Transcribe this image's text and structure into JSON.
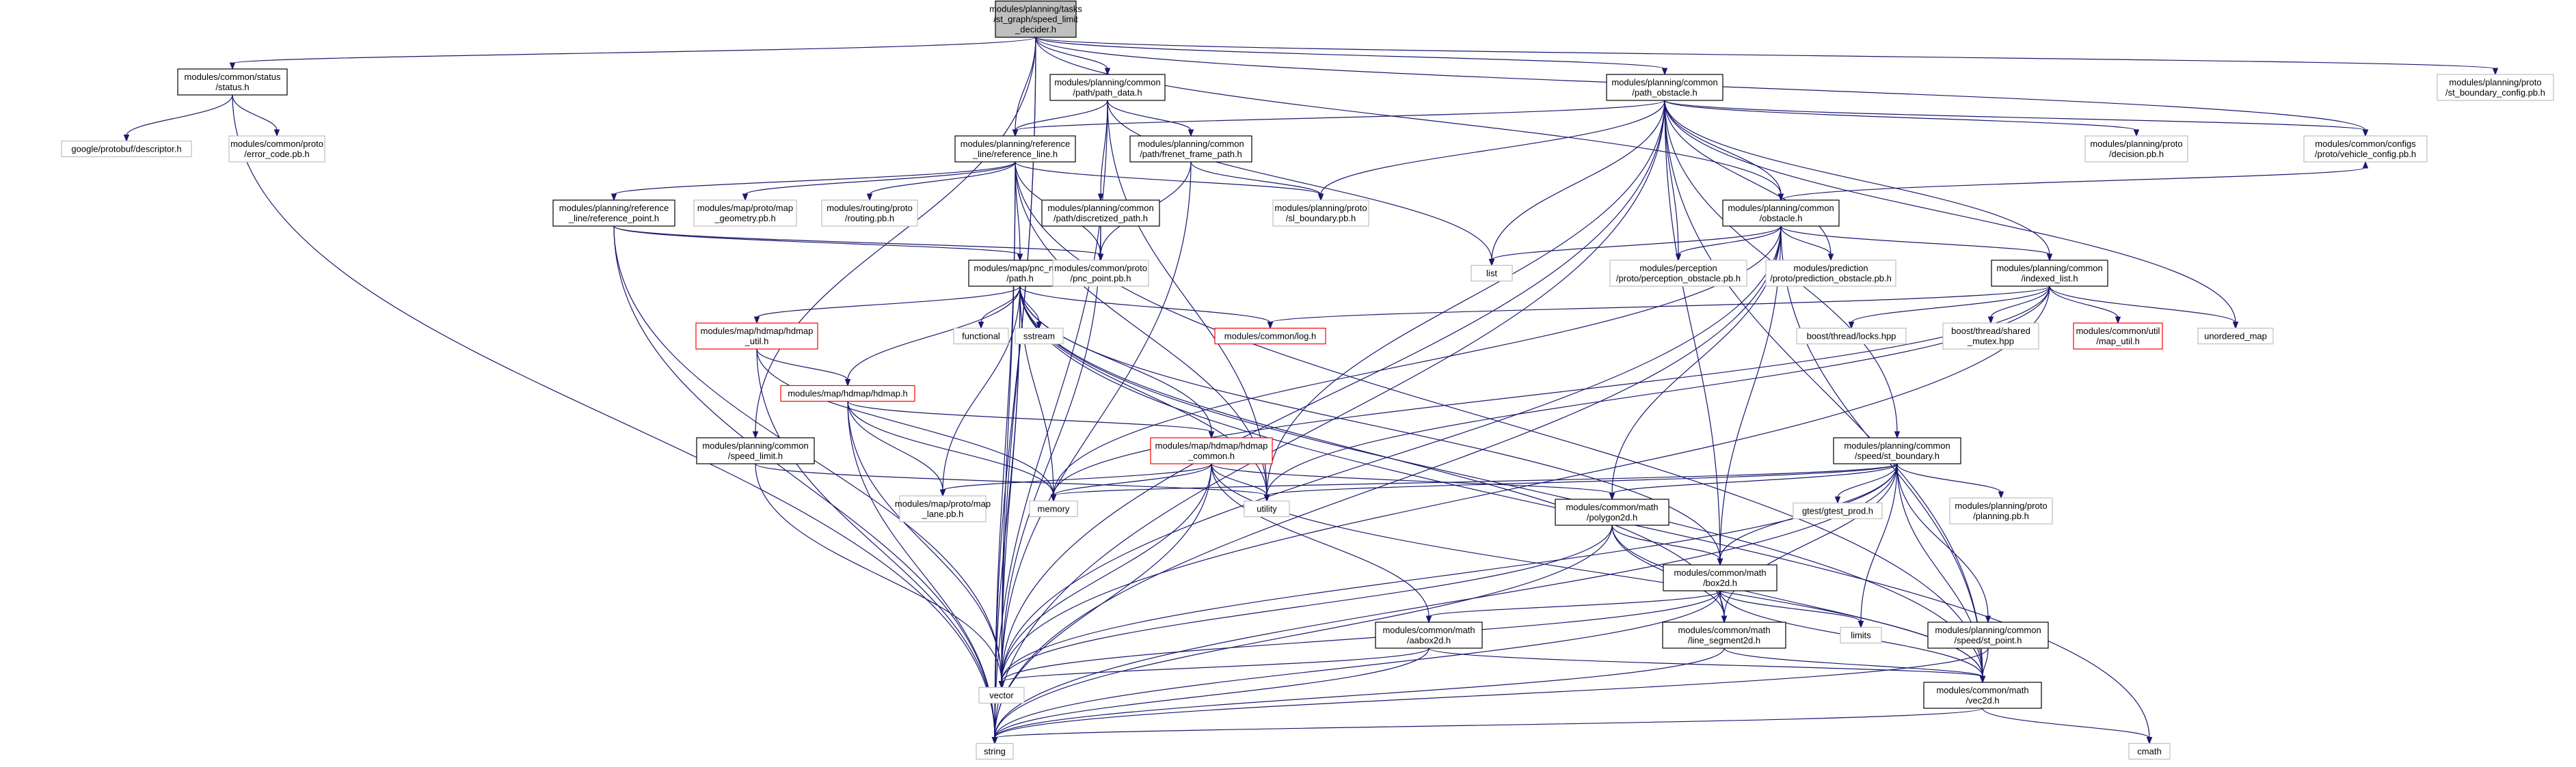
{
  "graph": {
    "colors": {
      "root_fill": "#bfbfbf",
      "documented_border": "#000000",
      "undocumented_border": "#bfbfbf",
      "truncated_border": "#ff0000",
      "edge": "#191970"
    },
    "nodes": [
      {
        "id": "root",
        "lines": [
          "modules/planning/tasks",
          "/st_graph/speed_limit",
          "_decider.h"
        ],
        "style": "root"
      },
      {
        "id": "status",
        "lines": [
          "modules/common/status",
          "/status.h"
        ],
        "style": "doc"
      },
      {
        "id": "path_data",
        "lines": [
          "modules/planning/common",
          "/path/path_data.h"
        ],
        "style": "doc"
      },
      {
        "id": "path_obstacle",
        "lines": [
          "modules/planning/common",
          "/path_obstacle.h"
        ],
        "style": "doc"
      },
      {
        "id": "sl_boundary_config",
        "lines": [
          "modules/planning/proto",
          "/st_boundary_config.pb.h"
        ],
        "style": "ext"
      },
      {
        "id": "descriptor",
        "lines": [
          "google/protobuf/descriptor.h"
        ],
        "style": "ext"
      },
      {
        "id": "error_code",
        "lines": [
          "modules/common/proto",
          "/error_code.pb.h"
        ],
        "style": "ext"
      },
      {
        "id": "reference_line",
        "lines": [
          "modules/planning/reference",
          "_line/reference_line.h"
        ],
        "style": "doc"
      },
      {
        "id": "frenet",
        "lines": [
          "modules/planning/common",
          "/path/frenet_frame_path.h"
        ],
        "style": "doc"
      },
      {
        "id": "decision",
        "lines": [
          "modules/planning/proto",
          "/decision.pb.h"
        ],
        "style": "ext"
      },
      {
        "id": "vehicle_config",
        "lines": [
          "modules/common/configs",
          "/proto/vehicle_config.pb.h"
        ],
        "style": "ext"
      },
      {
        "id": "reference_point",
        "lines": [
          "modules/planning/reference",
          "_line/reference_point.h"
        ],
        "style": "doc"
      },
      {
        "id": "map_geometry",
        "lines": [
          "modules/map/proto/map",
          "_geometry.pb.h"
        ],
        "style": "ext"
      },
      {
        "id": "routing_pb",
        "lines": [
          "modules/routing/proto",
          "/routing.pb.h"
        ],
        "style": "ext"
      },
      {
        "id": "discretized",
        "lines": [
          "modules/planning/common",
          "/path/discretized_path.h"
        ],
        "style": "doc"
      },
      {
        "id": "sl_boundary",
        "lines": [
          "modules/planning/proto",
          "/sl_boundary.pb.h"
        ],
        "style": "ext"
      },
      {
        "id": "obstacle",
        "lines": [
          "modules/planning/common",
          "/obstacle.h"
        ],
        "style": "doc"
      },
      {
        "id": "pnc_path",
        "lines": [
          "modules/map/pnc_map",
          "/path.h"
        ],
        "style": "doc"
      },
      {
        "id": "pnc_point",
        "lines": [
          "modules/common/proto",
          "/pnc_point.pb.h"
        ],
        "style": "ext"
      },
      {
        "id": "list",
        "lines": [
          "list"
        ],
        "style": "ext"
      },
      {
        "id": "perception_obs",
        "lines": [
          "modules/perception",
          "/proto/perception_obstacle.pb.h"
        ],
        "style": "ext"
      },
      {
        "id": "prediction_obs",
        "lines": [
          "modules/prediction",
          "/proto/prediction_obstacle.pb.h"
        ],
        "style": "ext"
      },
      {
        "id": "indexed_list",
        "lines": [
          "modules/planning/common",
          "/indexed_list.h"
        ],
        "style": "doc"
      },
      {
        "id": "hdmap_util",
        "lines": [
          "modules/map/hdmap/hdmap",
          "_util.h"
        ],
        "style": "red"
      },
      {
        "id": "functional",
        "lines": [
          "functional"
        ],
        "style": "ext"
      },
      {
        "id": "sstream",
        "lines": [
          "sstream"
        ],
        "style": "ext"
      },
      {
        "id": "log",
        "lines": [
          "modules/common/log.h"
        ],
        "style": "red"
      },
      {
        "id": "locks",
        "lines": [
          "boost/thread/locks.hpp"
        ],
        "style": "ext"
      },
      {
        "id": "shared_mutex",
        "lines": [
          "boost/thread/shared",
          "_mutex.hpp"
        ],
        "style": "ext"
      },
      {
        "id": "map_util",
        "lines": [
          "modules/common/util",
          "/map_util.h"
        ],
        "style": "red"
      },
      {
        "id": "unordered_map",
        "lines": [
          "unordered_map"
        ],
        "style": "ext"
      },
      {
        "id": "hdmap",
        "lines": [
          "modules/map/hdmap/hdmap.h"
        ],
        "style": "red"
      },
      {
        "id": "speed_limit",
        "lines": [
          "modules/planning/common",
          "/speed_limit.h"
        ],
        "style": "doc"
      },
      {
        "id": "hdmap_common",
        "lines": [
          "modules/map/hdmap/hdmap",
          "_common.h"
        ],
        "style": "red"
      },
      {
        "id": "st_boundary",
        "lines": [
          "modules/planning/common",
          "/speed/st_boundary.h"
        ],
        "style": "doc"
      },
      {
        "id": "map_lane",
        "lines": [
          "modules/map/proto/map",
          "_lane.pb.h"
        ],
        "style": "ext"
      },
      {
        "id": "memory",
        "lines": [
          "memory"
        ],
        "style": "ext"
      },
      {
        "id": "utility",
        "lines": [
          "utility"
        ],
        "style": "ext"
      },
      {
        "id": "polygon2d",
        "lines": [
          "modules/common/math",
          "/polygon2d.h"
        ],
        "style": "doc"
      },
      {
        "id": "gtest_prod",
        "lines": [
          "gtest/gtest_prod.h"
        ],
        "style": "ext"
      },
      {
        "id": "planning_pb",
        "lines": [
          "modules/planning/proto",
          "/planning.pb.h"
        ],
        "style": "ext"
      },
      {
        "id": "box2d",
        "lines": [
          "modules/common/math",
          "/box2d.h"
        ],
        "style": "doc"
      },
      {
        "id": "aabox2d",
        "lines": [
          "modules/common/math",
          "/aabox2d.h"
        ],
        "style": "doc"
      },
      {
        "id": "line_segment2d",
        "lines": [
          "modules/common/math",
          "/line_segment2d.h"
        ],
        "style": "doc"
      },
      {
        "id": "limits",
        "lines": [
          "limits"
        ],
        "style": "ext"
      },
      {
        "id": "st_point",
        "lines": [
          "modules/planning/common",
          "/speed/st_point.h"
        ],
        "style": "doc"
      },
      {
        "id": "vector",
        "lines": [
          "vector"
        ],
        "style": "ext"
      },
      {
        "id": "vec2d",
        "lines": [
          "modules/common/math",
          "/vec2d.h"
        ],
        "style": "doc"
      },
      {
        "id": "string",
        "lines": [
          "string"
        ],
        "style": "ext"
      },
      {
        "id": "cmath",
        "lines": [
          "cmath"
        ],
        "style": "ext"
      }
    ],
    "edges": [
      [
        "root",
        "status"
      ],
      [
        "root",
        "path_data"
      ],
      [
        "root",
        "path_obstacle"
      ],
      [
        "root",
        "sl_boundary_config"
      ],
      [
        "root",
        "reference_line"
      ],
      [
        "root",
        "vehicle_config"
      ],
      [
        "root",
        "obstacle"
      ],
      [
        "root",
        "speed_limit"
      ],
      [
        "root",
        "vector"
      ],
      [
        "root",
        "string"
      ],
      [
        "status",
        "descriptor"
      ],
      [
        "status",
        "error_code"
      ],
      [
        "status",
        "string"
      ],
      [
        "path_data",
        "reference_line"
      ],
      [
        "path_data",
        "frenet"
      ],
      [
        "path_data",
        "discretized"
      ],
      [
        "path_data",
        "list"
      ],
      [
        "path_data",
        "utility"
      ],
      [
        "path_data",
        "string"
      ],
      [
        "path_obstacle",
        "reference_line"
      ],
      [
        "path_obstacle",
        "decision"
      ],
      [
        "path_obstacle",
        "vehicle_config"
      ],
      [
        "path_obstacle",
        "sl_boundary"
      ],
      [
        "path_obstacle",
        "obstacle"
      ],
      [
        "path_obstacle",
        "list"
      ],
      [
        "path_obstacle",
        "perception_obs"
      ],
      [
        "path_obstacle",
        "prediction_obs"
      ],
      [
        "path_obstacle",
        "indexed_list"
      ],
      [
        "path_obstacle",
        "st_boundary"
      ],
      [
        "path_obstacle",
        "unordered_map"
      ],
      [
        "path_obstacle",
        "box2d"
      ],
      [
        "path_obstacle",
        "vec2d"
      ],
      [
        "path_obstacle",
        "utility"
      ],
      [
        "path_obstacle",
        "vector"
      ],
      [
        "path_obstacle",
        "string"
      ],
      [
        "reference_line",
        "reference_point"
      ],
      [
        "reference_line",
        "map_geometry"
      ],
      [
        "reference_line",
        "routing_pb"
      ],
      [
        "reference_line",
        "sl_boundary"
      ],
      [
        "reference_line",
        "pnc_path"
      ],
      [
        "reference_line",
        "pnc_point"
      ],
      [
        "reference_line",
        "vec2d"
      ],
      [
        "reference_line",
        "utility"
      ],
      [
        "reference_line",
        "vector"
      ],
      [
        "reference_line",
        "string"
      ],
      [
        "frenet",
        "sl_boundary"
      ],
      [
        "frenet",
        "pnc_point"
      ],
      [
        "frenet",
        "vector"
      ],
      [
        "discretized",
        "pnc_point"
      ],
      [
        "discretized",
        "vector"
      ],
      [
        "reference_point",
        "pnc_path"
      ],
      [
        "reference_point",
        "pnc_point"
      ],
      [
        "reference_point",
        "vector"
      ],
      [
        "reference_point",
        "string"
      ],
      [
        "obstacle",
        "vehicle_config"
      ],
      [
        "obstacle",
        "list"
      ],
      [
        "obstacle",
        "perception_obs"
      ],
      [
        "obstacle",
        "prediction_obs"
      ],
      [
        "obstacle",
        "indexed_list"
      ],
      [
        "obstacle",
        "polygon2d"
      ],
      [
        "obstacle",
        "box2d"
      ],
      [
        "obstacle",
        "vec2d"
      ],
      [
        "obstacle",
        "memory"
      ],
      [
        "obstacle",
        "vector"
      ],
      [
        "obstacle",
        "string"
      ],
      [
        "pnc_path",
        "hdmap_util"
      ],
      [
        "pnc_path",
        "functional"
      ],
      [
        "pnc_path",
        "sstream"
      ],
      [
        "pnc_path",
        "log"
      ],
      [
        "pnc_path",
        "hdmap"
      ],
      [
        "pnc_path",
        "hdmap_common"
      ],
      [
        "pnc_path",
        "map_lane"
      ],
      [
        "pnc_path",
        "memory"
      ],
      [
        "pnc_path",
        "utility"
      ],
      [
        "pnc_path",
        "box2d"
      ],
      [
        "pnc_path",
        "line_segment2d"
      ],
      [
        "pnc_path",
        "vec2d"
      ],
      [
        "pnc_path",
        "cmath"
      ],
      [
        "pnc_path",
        "vector"
      ],
      [
        "pnc_path",
        "string"
      ],
      [
        "indexed_list",
        "locks"
      ],
      [
        "indexed_list",
        "shared_mutex"
      ],
      [
        "indexed_list",
        "map_util"
      ],
      [
        "indexed_list",
        "unordered_map"
      ],
      [
        "indexed_list",
        "log"
      ],
      [
        "indexed_list",
        "memory"
      ],
      [
        "indexed_list",
        "utility"
      ],
      [
        "indexed_list",
        "vector"
      ],
      [
        "hdmap_util",
        "hdmap"
      ],
      [
        "hdmap_util",
        "memory"
      ],
      [
        "hdmap_util",
        "string"
      ],
      [
        "hdmap",
        "hdmap_common"
      ],
      [
        "hdmap",
        "map_lane"
      ],
      [
        "hdmap",
        "memory"
      ],
      [
        "hdmap",
        "vector"
      ],
      [
        "hdmap",
        "string"
      ],
      [
        "speed_limit",
        "utility"
      ],
      [
        "speed_limit",
        "vector"
      ],
      [
        "hdmap_common",
        "map_lane"
      ],
      [
        "hdmap_common",
        "memory"
      ],
      [
        "hdmap_common",
        "utility"
      ],
      [
        "hdmap_common",
        "polygon2d"
      ],
      [
        "hdmap_common",
        "aabox2d"
      ],
      [
        "hdmap_common",
        "vec2d"
      ],
      [
        "hdmap_common",
        "vector"
      ],
      [
        "hdmap_common",
        "string"
      ],
      [
        "st_boundary",
        "gtest_prod"
      ],
      [
        "st_boundary",
        "planning_pb"
      ],
      [
        "st_boundary",
        "memory"
      ],
      [
        "st_boundary",
        "utility"
      ],
      [
        "st_boundary",
        "polygon2d"
      ],
      [
        "st_boundary",
        "box2d"
      ],
      [
        "st_boundary",
        "line_segment2d"
      ],
      [
        "st_boundary",
        "limits"
      ],
      [
        "st_boundary",
        "st_point"
      ],
      [
        "st_boundary",
        "vec2d"
      ],
      [
        "st_boundary",
        "vector"
      ],
      [
        "st_boundary",
        "string"
      ],
      [
        "polygon2d",
        "box2d"
      ],
      [
        "polygon2d",
        "line_segment2d"
      ],
      [
        "polygon2d",
        "vec2d"
      ],
      [
        "polygon2d",
        "vector"
      ],
      [
        "polygon2d",
        "string"
      ],
      [
        "box2d",
        "aabox2d"
      ],
      [
        "box2d",
        "line_segment2d"
      ],
      [
        "box2d",
        "limits"
      ],
      [
        "box2d",
        "vec2d"
      ],
      [
        "box2d",
        "vector"
      ],
      [
        "box2d",
        "string"
      ],
      [
        "aabox2d",
        "vec2d"
      ],
      [
        "aabox2d",
        "vector"
      ],
      [
        "aabox2d",
        "string"
      ],
      [
        "line_segment2d",
        "vec2d"
      ],
      [
        "line_segment2d",
        "string"
      ],
      [
        "st_point",
        "vec2d"
      ],
      [
        "st_point",
        "string"
      ],
      [
        "vec2d",
        "cmath"
      ],
      [
        "vec2d",
        "string"
      ]
    ]
  }
}
